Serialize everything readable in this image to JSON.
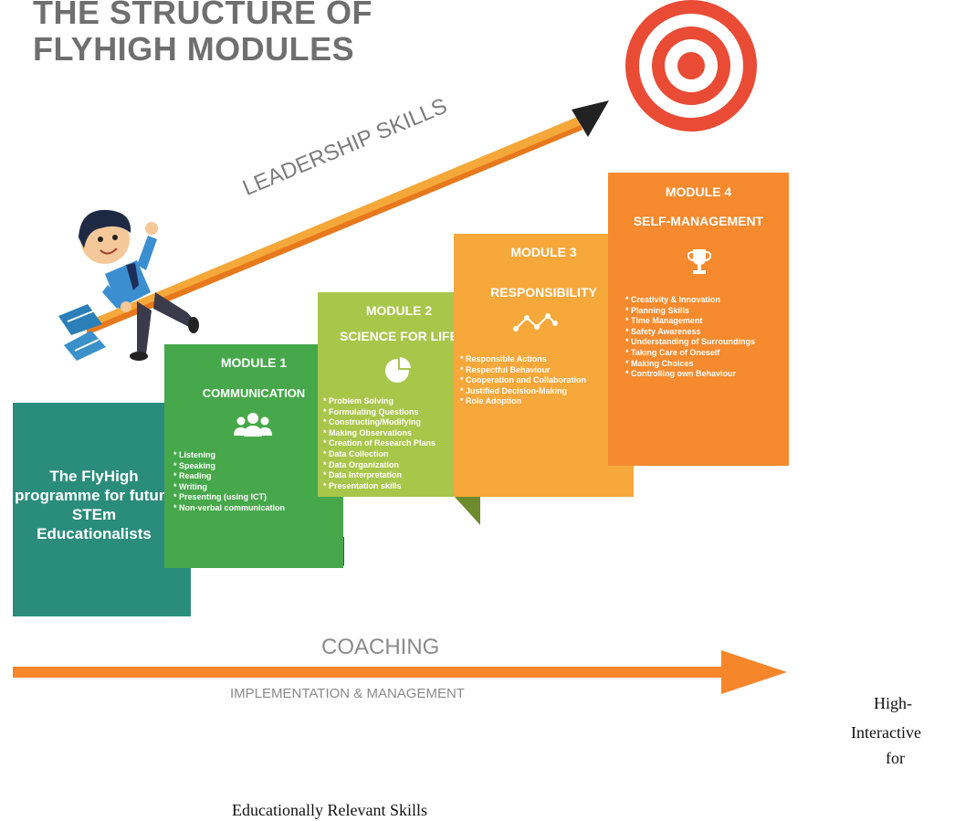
{
  "title": {
    "line1": "THE STRUCTURE OF",
    "line2": "FLYHIGH MODULES"
  },
  "leadership_label": "LEADERSHIP SKILLS",
  "base_block": {
    "text": "The FlyHigh programme for future STEm Educationalists"
  },
  "modules": [
    {
      "module": "MODULE 1",
      "name": "COMMUNICATION",
      "icon": "people-icon",
      "color": "#46a84a",
      "items": [
        "Listening",
        "Speaking",
        "Reading",
        "Writing",
        "Presenting (using ICT)",
        "Non-verbal communication"
      ]
    },
    {
      "module": "MODULE 2",
      "name": "SCIENCE FOR LIFE",
      "icon": "pie-chart-icon",
      "color": "#a8c64a",
      "items": [
        "Problem Solving",
        "Formulating Questions",
        "Constructing/Modifying",
        "Making  Observations",
        "Creation of Research Plans",
        "Data Collection",
        "Data Organization",
        "Data Interpretation",
        "Presentation skills"
      ]
    },
    {
      "module": "MODULE 3",
      "name": "RESPONSIBILITY",
      "icon": "line-graph-icon",
      "color": "#f6a83a",
      "items": [
        "Responsible Actions",
        "Respectful Behaviour",
        "Cooperation and Collaboration",
        "Justified Decision-Making",
        "Role Adoption"
      ]
    },
    {
      "module": "MODULE 4",
      "name": "SELF-MANAGEMENT",
      "icon": "trophy-icon",
      "color": "#f58a2e",
      "items": [
        "Creativity & Innovation",
        "Planning Skills",
        "Time Management",
        "Safety Awareness",
        "Understanding of Surroundings",
        "Taking Care of Oneself",
        "Making Choices",
        "Controlling own Behaviour"
      ]
    }
  ],
  "coaching_label": "COACHING",
  "implementation_label": "IMPLEMENTATION & MANAGEMENT",
  "caption_right": {
    "line1": "High-",
    "line2": "Interactive",
    "line3": "for"
  },
  "caption_bottom": "Educationally Relevant Skills",
  "colors": {
    "title_gray": "#6f6f6f",
    "arrow_orange": "#f5862a",
    "target_red": "#e94b35",
    "base_teal": "#2a8c7b"
  }
}
